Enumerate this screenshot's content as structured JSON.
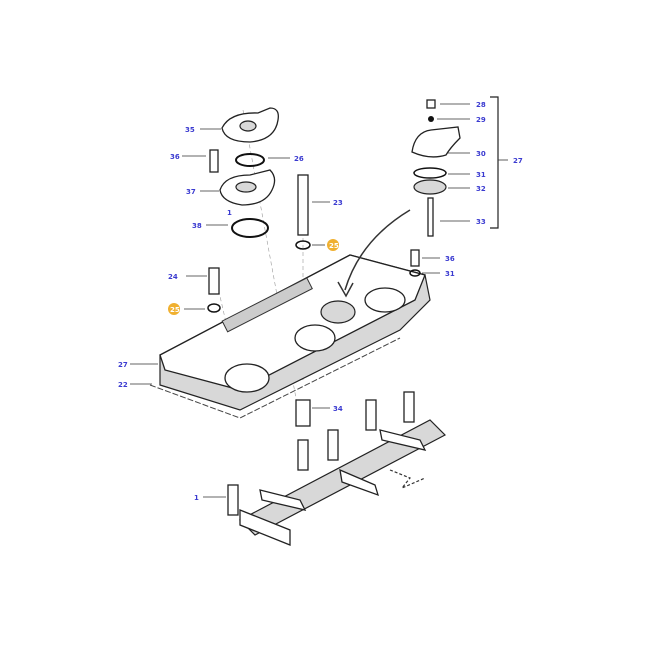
{
  "callouts": {
    "c35": "35",
    "c36a": "36",
    "c37": "37",
    "c1a": "1",
    "c38": "38",
    "c26": "26",
    "c23": "23",
    "c25a": "25",
    "c24": "24",
    "c25b": "25",
    "c27a": "27",
    "c22": "22",
    "c34": "34",
    "c1b": "1",
    "c28": "28",
    "c29": "29",
    "c30": "30",
    "c31a": "31",
    "c32": "32",
    "c33": "33",
    "c27b": "27",
    "c36b": "36",
    "c31b": "31"
  },
  "colors": {
    "callout_text": "#3a3ad0",
    "highlight": "#f0b030"
  }
}
